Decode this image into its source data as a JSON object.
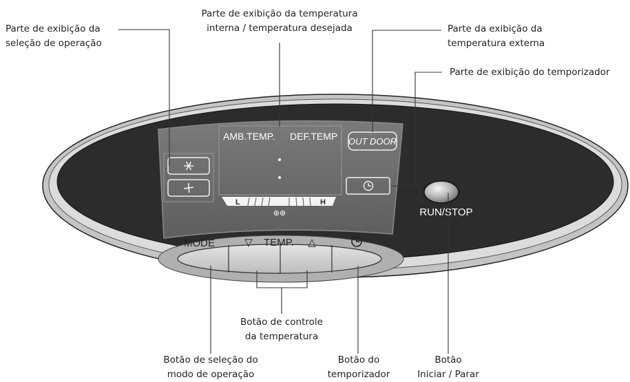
{
  "callouts": {
    "operation_select_display": "Parte de exibição da\nseleção de operação",
    "internal_temp_display": "Parte de exibição da temperatura\ninterna / temperatura desejada",
    "external_temp_display": "Parte da exibição da\ntemperatura externa",
    "timer_display": "Parte de exibição do temporizador",
    "temp_control_button": "Botão de controle\nda temperatura",
    "mode_select_button": "Botão de seleção do\nmodo de operação",
    "timer_button": "Botão do\ntemporizador",
    "start_stop_button": "Botão\nIniciar / Parar"
  },
  "display": {
    "amb_temp": "AMB.TEMP.",
    "def_temp": "DEF.TEMP",
    "outdoor": "OUT DOOR",
    "fan_low": "L",
    "fan_high": "H",
    "fan_symbol": "⊛⊛",
    "mode_icons": [
      "snowflake-icon",
      "fan-icon"
    ],
    "timer_icon": "clock-icon"
  },
  "controls": {
    "mode_label": "MODE",
    "temp_down_symbol": "▽",
    "temp_label": "TEMP.",
    "temp_up_symbol": "△",
    "timer_symbol": "clock-icon",
    "run_stop_label": "RUN/STOP"
  },
  "colors": {
    "outer_shell": "#c8c8c8",
    "panel_body": "#2c2c2c",
    "lcd_window": "#6c6c6c",
    "button_bar": "#d0d0d0",
    "callout_line": "#333333"
  }
}
